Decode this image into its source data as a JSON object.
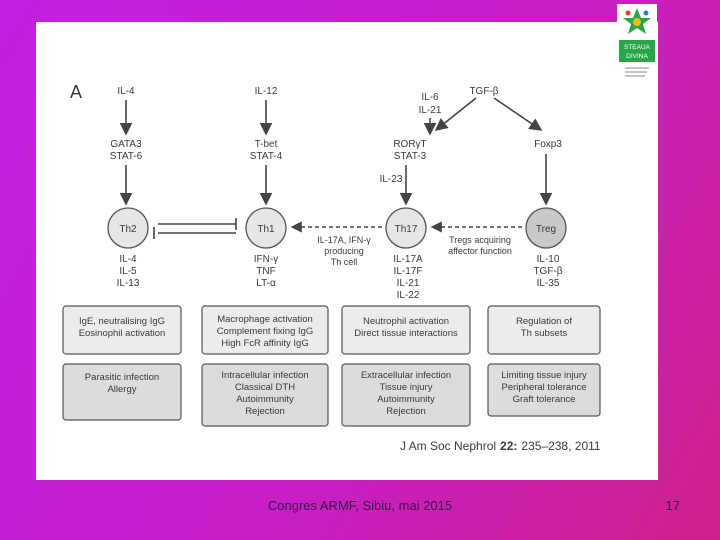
{
  "panel_label": "A",
  "cytokines_in": {
    "th2": "IL-4",
    "th1": "IL-12",
    "th17_a": "IL-6",
    "th17_b": "IL-21",
    "treg": "TGF-β"
  },
  "transcription": {
    "th2": [
      "GATA3",
      "STAT-6"
    ],
    "th1": [
      "T-bet",
      "STAT-4"
    ],
    "th17": [
      "RORγT",
      "STAT-3"
    ],
    "treg": [
      "Foxp3"
    ]
  },
  "il23_label": "IL-23",
  "cells": {
    "th2": "Th2",
    "th1": "Th1",
    "th17": "Th17",
    "treg": "Treg"
  },
  "middle_labels": {
    "left": [
      "IL-17A, IFN-γ",
      "producing",
      "Th cell"
    ],
    "right": [
      "Tregs acquiring",
      "affector function"
    ]
  },
  "secreted": {
    "th2": [
      "IL-4",
      "IL-5",
      "IL-13"
    ],
    "th1": [
      "IFN-γ",
      "TNF",
      "LT-α"
    ],
    "th17": [
      "IL-17A",
      "IL-17F",
      "IL-21",
      "IL-22"
    ],
    "treg": [
      "IL-10",
      "TGF-β",
      "IL-35"
    ]
  },
  "functions": [
    [
      "IgE, neutralising IgG",
      "Eosinophil activation"
    ],
    [
      "Macrophage activation",
      "Complement fixing IgG",
      "High FcR affinity IgG"
    ],
    [
      "Neutrophil activation",
      "Direct tissue interactions"
    ],
    [
      "Regulation of",
      "Th subsets"
    ]
  ],
  "outcomes": [
    [
      "Parasitic infection",
      "Allergy"
    ],
    [
      "Intracellular infection",
      "Classical DTH",
      "Autoimmunity",
      "Rejection"
    ],
    [
      "Extracellular infection",
      "Tissue injury",
      "Autoimmunity",
      "Rejection"
    ],
    [
      "Limiting tissue injury",
      "Peripheral tolerance",
      "Graft tolerance"
    ]
  ],
  "citation": {
    "journal": "J Am Soc Nephrol",
    "volume": "22:",
    "pages": "235–238, 2011"
  },
  "logo": {
    "text": [
      "STEAUA",
      "DIVINA"
    ],
    "colors": [
      "#2aa548",
      "#e63b2e",
      "#f1b81f",
      "#2f7bd1"
    ]
  },
  "footer": {
    "text": "Congres ARMF, Sibiu, mai 2015",
    "page": "17"
  }
}
